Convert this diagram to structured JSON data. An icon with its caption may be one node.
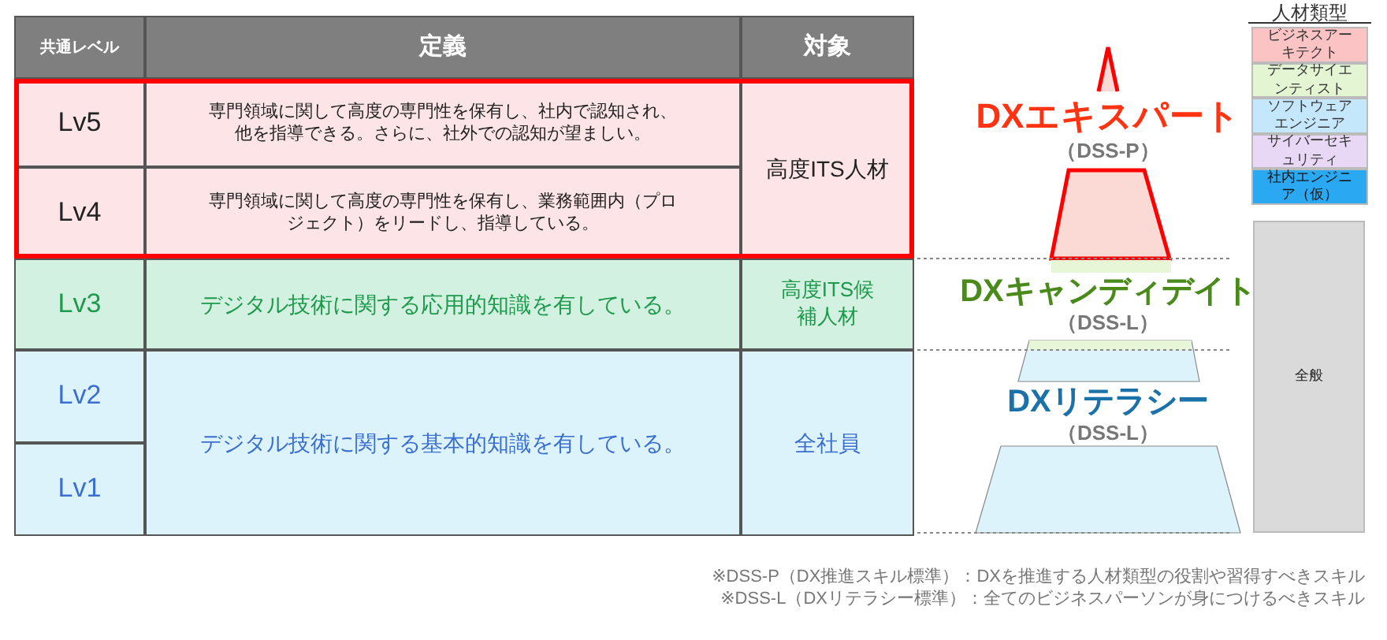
{
  "diagram": {
    "nodes": [
      {
        "text": [
          "共通レベル"
        ]
      },
      {
        "text": [
          "定義"
        ]
      },
      {
        "text": [
          "対象"
        ]
      },
      {
        "text": [
          "Lv5"
        ]
      },
      {
        "text": [
          "専門領域に関して高度の専門性を保有し、社内で認知され、他を指導できる。さらに、社外での認知が望ましい。"
        ]
      },
      {
        "text": [
          "高度ITS人材"
        ]
      },
      {
        "text": [
          "Lv4"
        ]
      },
      {
        "text": [
          "専門領域に関して高度の専門性を保有し、業務範囲内（プロジェクト）をリードし、指導している。"
        ]
      },
      {
        "text": [
          "Lv3"
        ]
      },
      {
        "text": [
          "デジタル技術に関する応用的知識を有している。"
        ]
      },
      {
        "text": [
          "高度ITS候補人材"
        ]
      },
      {
        "text": [
          "Lv2"
        ]
      },
      {
        "text": [
          "デジタル技術に関する基本的知識を有している。"
        ]
      },
      {
        "text": [
          "全社員"
        ]
      },
      {
        "text": [
          "Lv1"
        ]
      },
      {
        "text": [
          "ビジネスアーキテクト"
        ]
      },
      {
        "text": [
          "データサイエンティスト"
        ]
      },
      {
        "text": [
          "ソフトウェアエンジニア"
        ]
      },
      {
        "text": [
          "サイバーセキュリティ"
        ]
      },
      {
        "text": [
          "社内エンジニア（仮）"
        ]
      },
      {
        "text": [
          "全般"
        ]
      }
    ],
    "labels": [
      "人材類型",
      "DXエキスパート",
      "（DSS-P）",
      "DXキャンディデイト",
      "（DSS-L）",
      "DXリテラシー",
      "（DSS-L）",
      "※DSS-P（DX推進スキル標準）：DXを推進する人材類型の役割や習得すべきスキル",
      "※DSS-L（DXリテラシー標準）：全てのビジネスパーソンが身につけるべきスキル"
    ]
  }
}
